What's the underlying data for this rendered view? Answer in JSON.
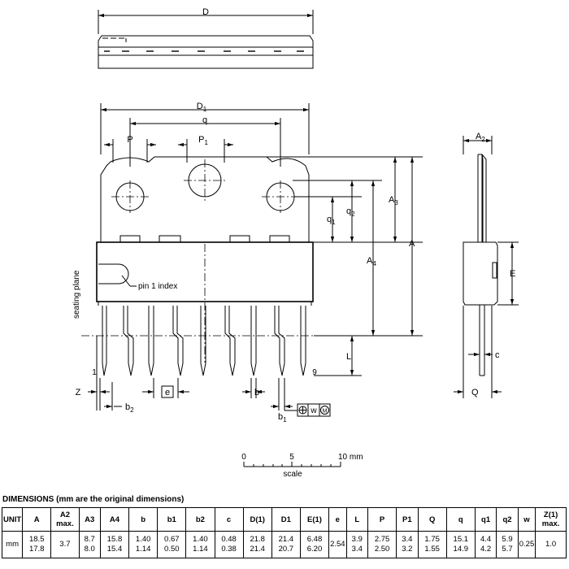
{
  "labels": {
    "D": "D",
    "D1": "D",
    "D1_sub": "1",
    "q": "q",
    "P": "P",
    "P1": "P",
    "P1_sub": "1",
    "A2": "A",
    "A2_sub": "2",
    "A3": "A",
    "A3_sub": "3",
    "q2": "q",
    "q2_sub": "2",
    "q1": "q",
    "q1_sub": "1",
    "A4": "A",
    "A4_sub": "4",
    "A": "A",
    "E": "E",
    "c": "c",
    "pin1_index": "pin 1 index",
    "seating_plane": "seating plane",
    "L": "L",
    "Q": "Q",
    "Z": "Z",
    "b2": "b",
    "b2_sub": "2",
    "e": "e",
    "b": "b",
    "b1": "b",
    "b1_sub": "1",
    "w": "w",
    "M": "M",
    "pin_first": "1",
    "pin_last": "9"
  },
  "scale": {
    "ticks": [
      "0",
      "5",
      "10 mm"
    ],
    "label": "scale"
  },
  "dimensions": {
    "title": "DIMENSIONS (mm are the original dimensions)",
    "headers": [
      "UNIT",
      "A",
      "A2 max.",
      "A3",
      "A4",
      "b",
      "b1",
      "b2",
      "c",
      "D(1)",
      "D1",
      "E(1)",
      "e",
      "L",
      "P",
      "P1",
      "Q",
      "q",
      "q1",
      "q2",
      "w",
      "Z(1) max."
    ],
    "rows": [
      [
        "mm",
        "18.5 17.8",
        "3.7",
        "8.7 8.0",
        "15.8 15.4",
        "1.40 1.14",
        "0.67 0.50",
        "1.40 1.14",
        "0.48 0.38",
        "21.8 21.4",
        "21.4 20.7",
        "6.48 6.20",
        "2.54",
        "3.9 3.4",
        "2.75 2.50",
        "3.4 3.2",
        "1.75 1.55",
        "15.1 14.9",
        "4.4 4.2",
        "5.9 5.7",
        "0.25",
        "1.0"
      ]
    ]
  }
}
